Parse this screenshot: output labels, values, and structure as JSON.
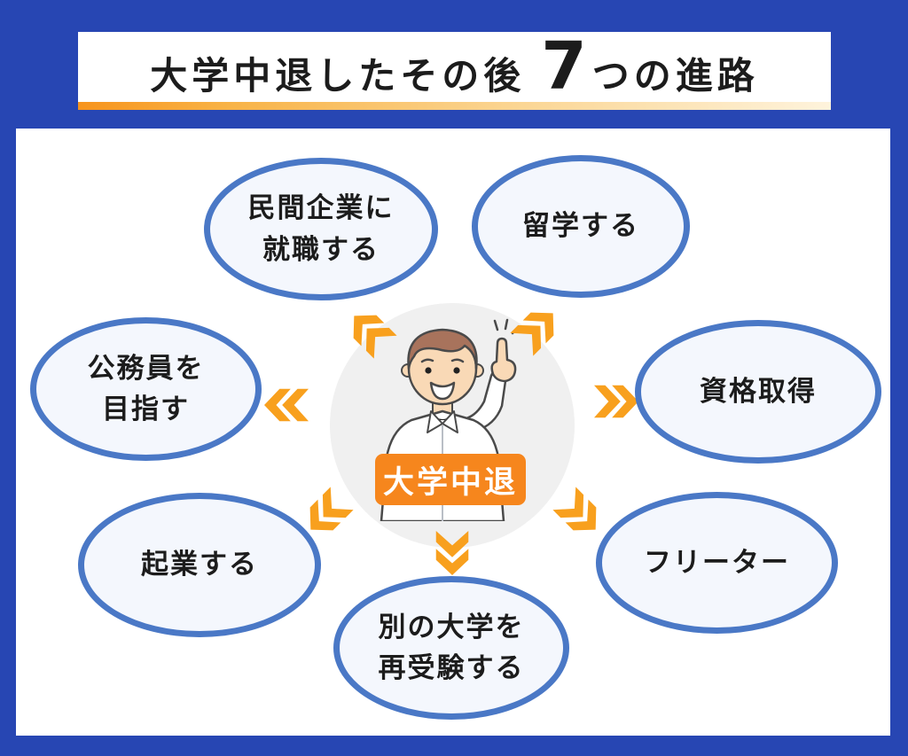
{
  "header": {
    "title_prefix": "大学中退したその後",
    "title_number": "7",
    "title_suffix": "つの進路"
  },
  "center": {
    "label": "大学中退",
    "illustration": "man-pointing-up-icon"
  },
  "nodes": [
    {
      "id": "private-company",
      "lines": [
        "民間企業に",
        "就職する"
      ]
    },
    {
      "id": "study-abroad",
      "lines": [
        "留学する"
      ]
    },
    {
      "id": "civil-servant",
      "lines": [
        "公務員を",
        "目指す"
      ]
    },
    {
      "id": "qualification",
      "lines": [
        "資格取得"
      ]
    },
    {
      "id": "start-business",
      "lines": [
        "起業する"
      ]
    },
    {
      "id": "freeter",
      "lines": [
        "フリーター"
      ]
    },
    {
      "id": "another-university",
      "lines": [
        "別の大学を",
        "再受験する"
      ]
    }
  ],
  "colors": {
    "page-bg": "#2746B3",
    "panel-bg": "#FFFFFF",
    "node-border": "#4A78C6",
    "node-fill": "#F4F7FD",
    "accent-orange": "#F8A01E",
    "label-orange": "#F6861D",
    "gradient-start": "#F7941D",
    "gradient-end": "#FEF3DC",
    "text-dark": "#1C1C1C"
  }
}
